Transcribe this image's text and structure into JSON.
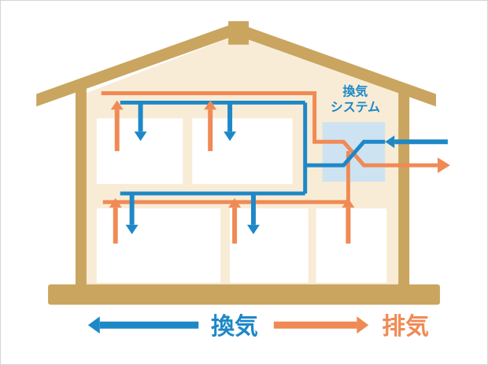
{
  "colors": {
    "blue": "#1e88c7",
    "orange": "#f08a55",
    "tan": "#c9a55f",
    "cream": "#f8ecd6",
    "unit_bg": "#cde3f2",
    "white": "#ffffff"
  },
  "diagram": {
    "unit_label": {
      "line1": "換気",
      "line2": "システム"
    },
    "legend": {
      "intake": {
        "label": "換気",
        "direction": "left",
        "color": "#1e88c7"
      },
      "exhaust": {
        "label": "排気",
        "direction": "right",
        "color": "#f08a55"
      }
    }
  }
}
